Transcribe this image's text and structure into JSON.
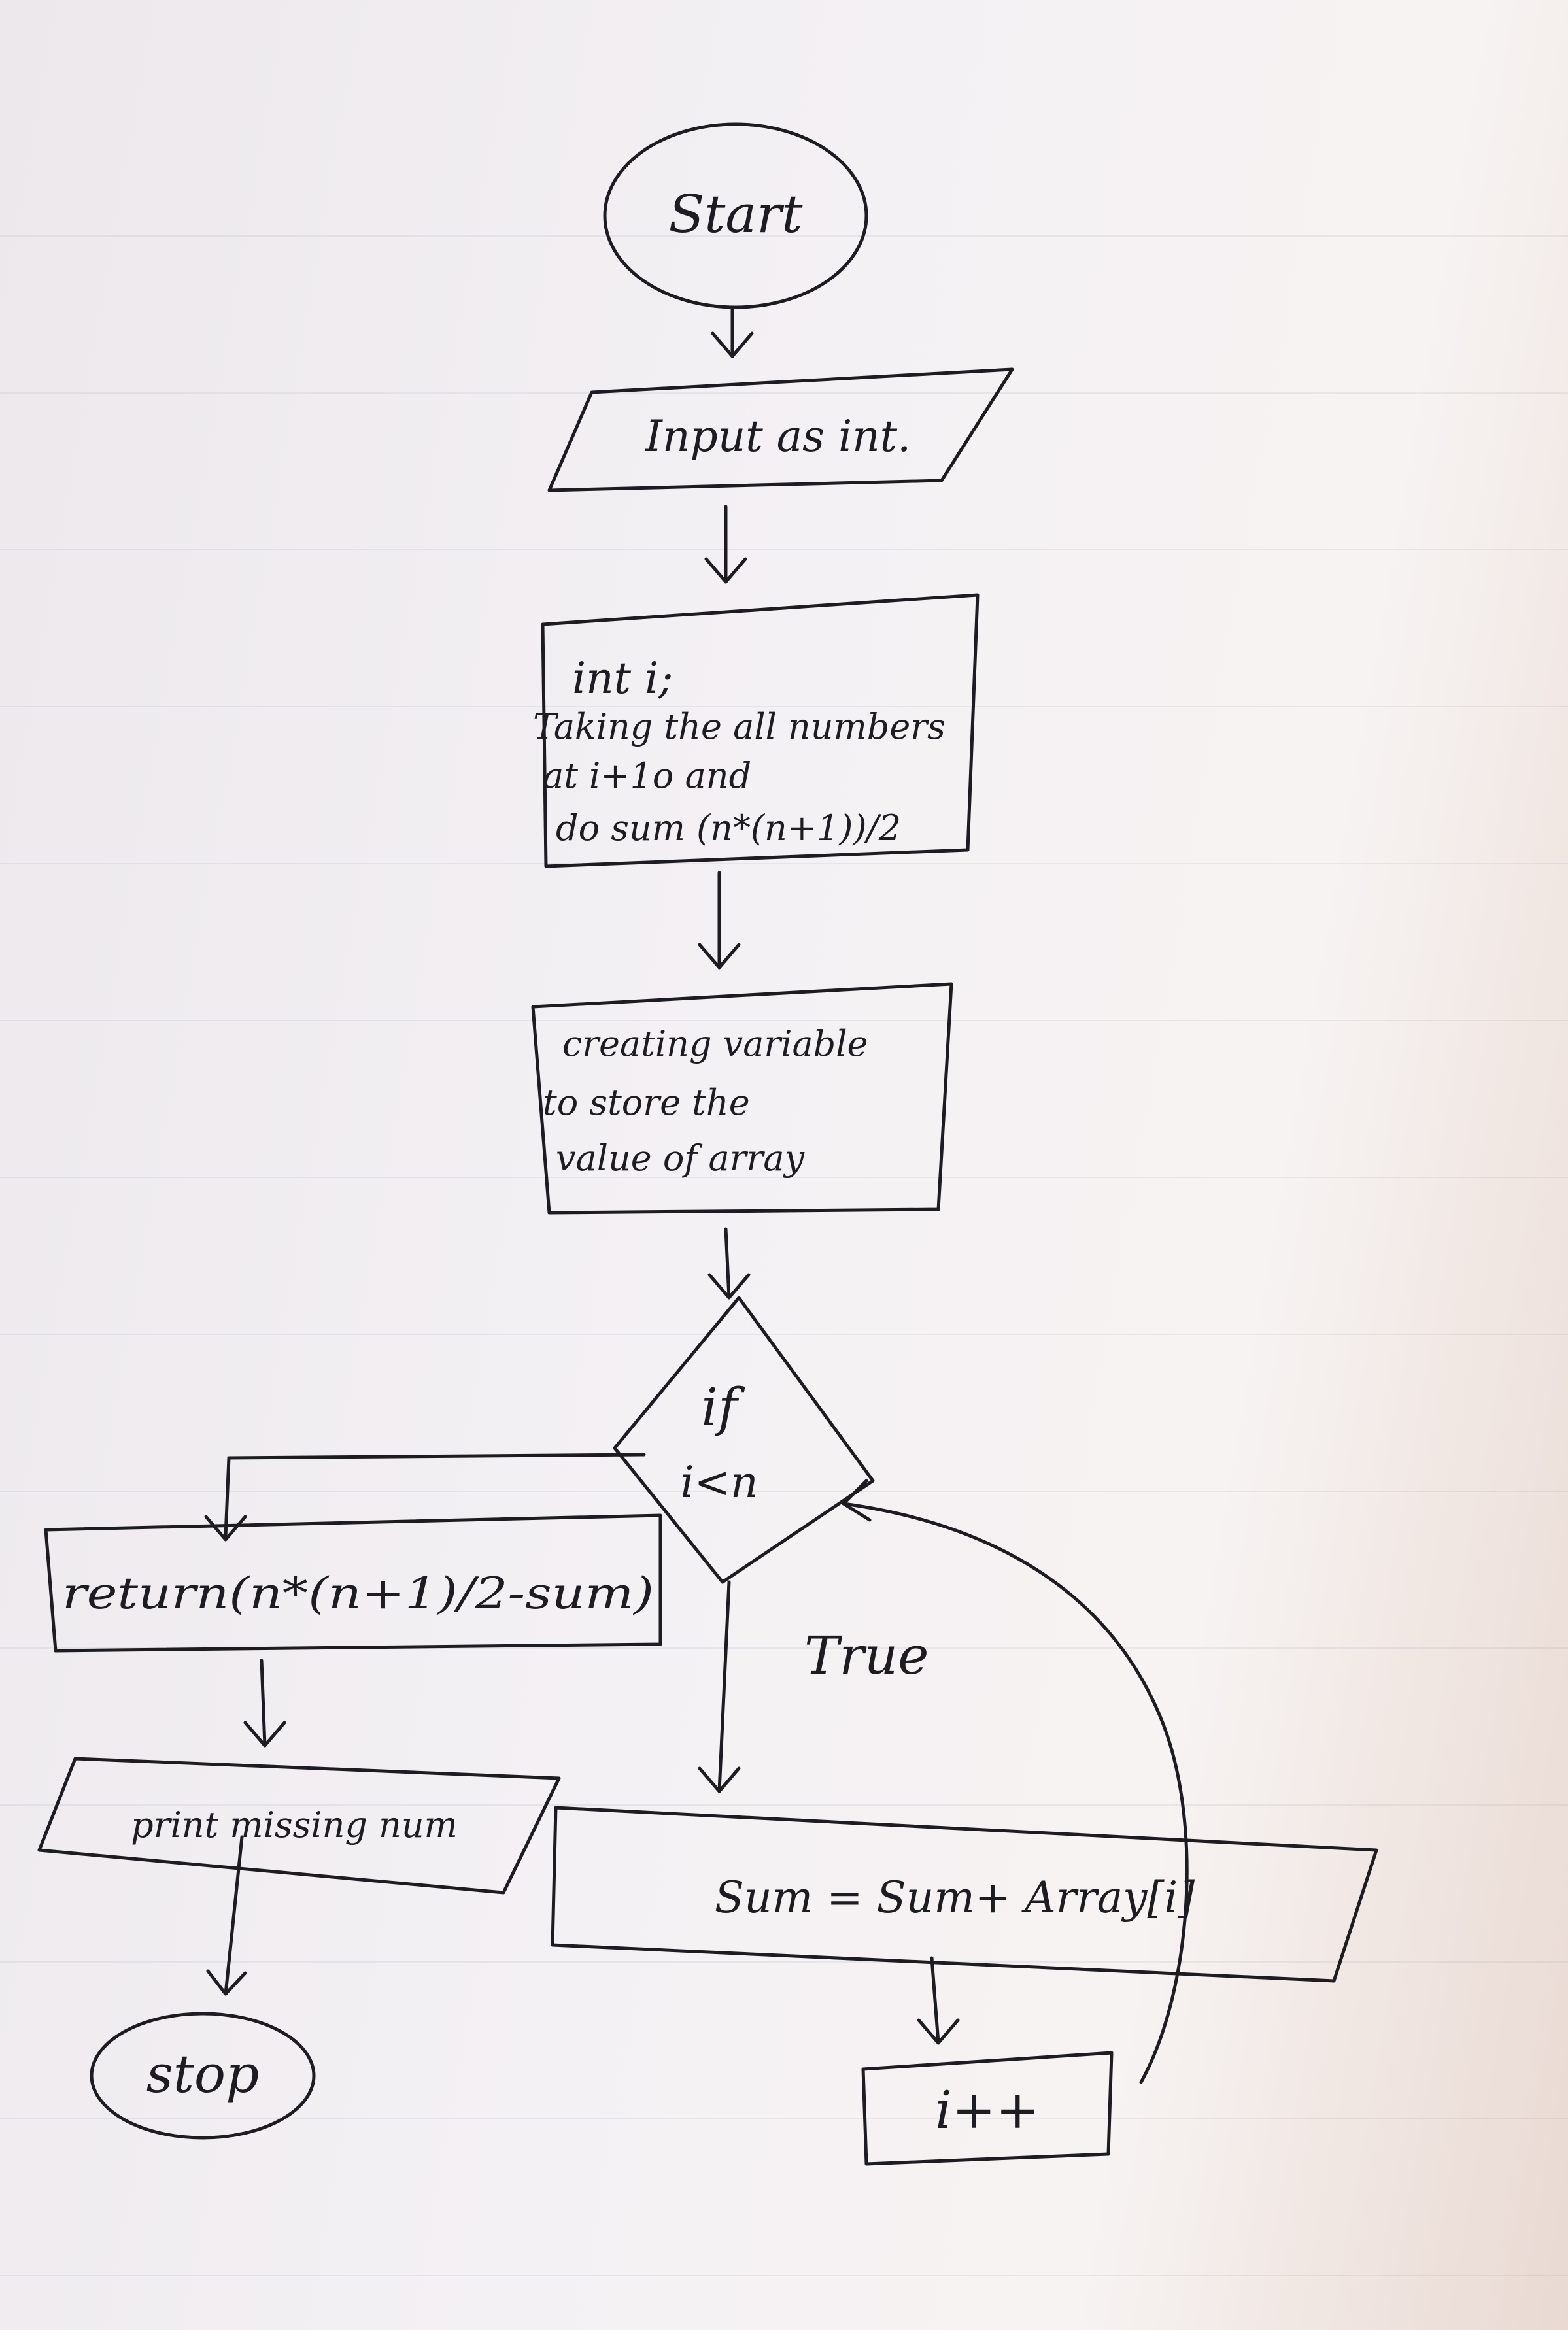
{
  "diagram": {
    "start": "Start",
    "input": "Input as int.",
    "init": [
      "int i;",
      "Taking the all numbers",
      "at i+1o and",
      "do sum (n*(n+1))/2"
    ],
    "create": [
      "creating variable",
      "to store the",
      "value of array"
    ],
    "decision": [
      "if",
      "i<n"
    ],
    "true_label": "True",
    "sum": "Sum = Sum+ Array[i]",
    "increment": "i++",
    "return": "return(n*(n+1)/2-sum)",
    "print": "print missing num",
    "stop": "stop"
  }
}
